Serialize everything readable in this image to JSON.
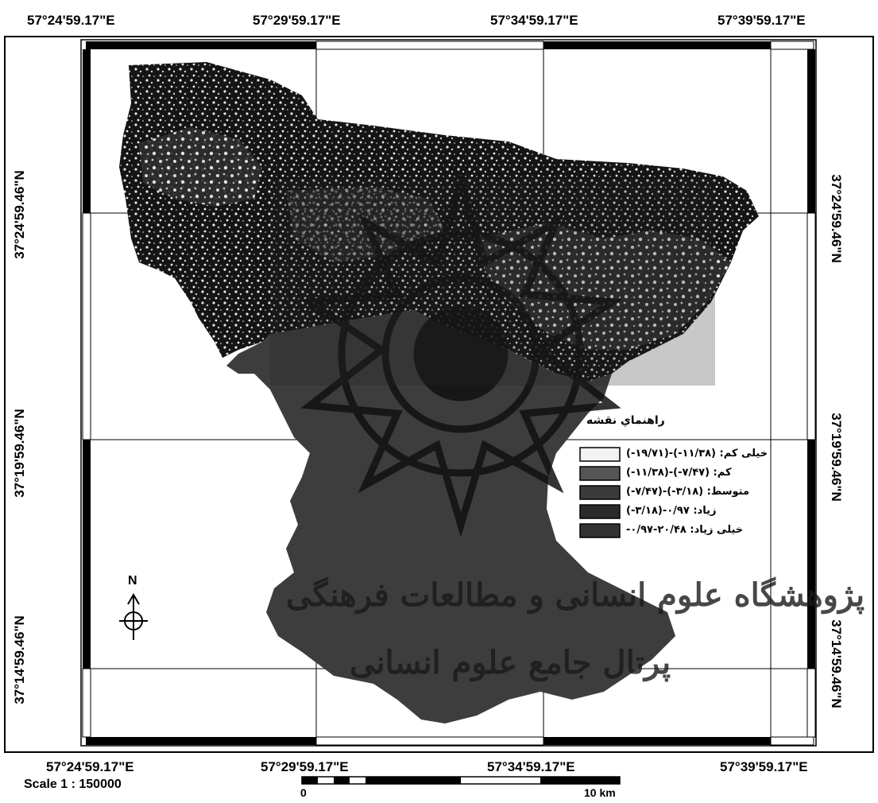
{
  "coords": {
    "top": [
      "57°24'59.17\"E",
      "57°29'59.17\"E",
      "57°34'59.17\"E",
      "57°39'59.17\"E"
    ],
    "bottom": [
      "57°24'59.17\"E",
      "57°29'59.17\"E",
      "57°34'59.17\"E",
      "57°39'59.17\"E"
    ],
    "left": [
      "37°24'59.46\"N",
      "37°19'59.46\"N",
      "37°14'59.46\"N"
    ],
    "right": [
      "37°24'59.46\"N",
      "37°19'59.46\"N",
      "37°14'59.46\"N"
    ]
  },
  "scale": {
    "label": "Scale 1 : 150000",
    "bar_start": "0",
    "bar_end": "10 km"
  },
  "north": {
    "label": "N",
    "icon": "north-arrow-icon"
  },
  "legend": {
    "title": "راهنماي نقشه",
    "items": [
      {
        "label": "خیلی کم: (۱۱/۳۸-)-(۱۹/۷۱-)",
        "color": "#f2f2f2"
      },
      {
        "label": "کم: (۷/۴۷-)-(۱۱/۳۸-)",
        "color": "#555555"
      },
      {
        "label": "متوسط: (۳/۱۸-)-(۷/۴۷-)",
        "color": "#3a3a3a"
      },
      {
        "label": "زیاد: ۰/۹۷-(۳/۱۸-)",
        "color": "#2a2a2a"
      },
      {
        "label": "خیلی زیاد: ۲۰/۴۸-۰/۹۷-",
        "color": "#333333"
      }
    ]
  },
  "watermark": {
    "line1": "پژوهشگاه علوم انسانی و مطالعات فرهنگی",
    "line2": "پرتال جامع علوم انسانی"
  },
  "colors": {
    "map_dark": "#111111",
    "map_mid": "#3d3d3d",
    "map_light": "#d8d8d8",
    "frame": "#000000"
  }
}
